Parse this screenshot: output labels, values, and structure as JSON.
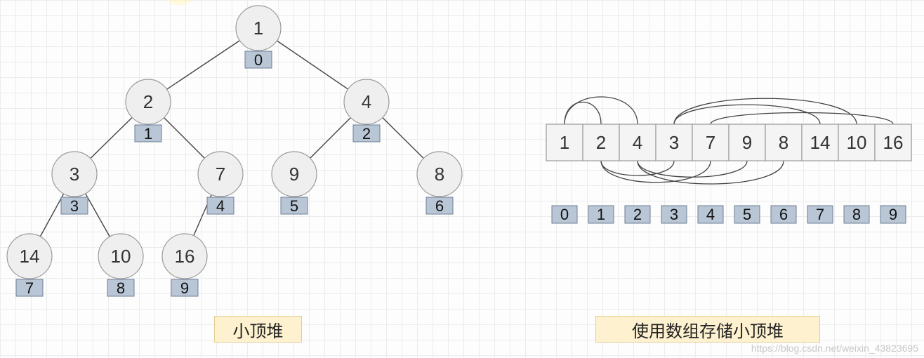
{
  "heap": {
    "caption": "小顶堆",
    "nodes": [
      {
        "value": "1",
        "index": "0"
      },
      {
        "value": "2",
        "index": "1"
      },
      {
        "value": "4",
        "index": "2"
      },
      {
        "value": "3",
        "index": "3"
      },
      {
        "value": "7",
        "index": "4"
      },
      {
        "value": "9",
        "index": "5"
      },
      {
        "value": "8",
        "index": "6"
      },
      {
        "value": "14",
        "index": "7"
      },
      {
        "value": "10",
        "index": "8"
      },
      {
        "value": "16",
        "index": "9"
      }
    ],
    "edges": [
      [
        0,
        1
      ],
      [
        0,
        2
      ],
      [
        1,
        3
      ],
      [
        1,
        4
      ],
      [
        2,
        5
      ],
      [
        2,
        6
      ],
      [
        3,
        7
      ],
      [
        3,
        8
      ],
      [
        4,
        9
      ]
    ]
  },
  "array": {
    "caption": "使用数组存储小顶堆",
    "cells": [
      "1",
      "2",
      "4",
      "3",
      "7",
      "9",
      "8",
      "14",
      "10",
      "16"
    ],
    "indices": [
      "0",
      "1",
      "2",
      "3",
      "4",
      "5",
      "6",
      "7",
      "8",
      "9"
    ]
  },
  "watermark": "https://blog.csdn.net/weixin_43823695",
  "colors": {
    "node_fill": "#efefef",
    "node_stroke": "#9a9a9a",
    "index_box_fill": "#b9c6d6",
    "index_box_stroke": "#6d7f95",
    "edge": "#444444",
    "caption_fill": "#fdf1cf"
  }
}
